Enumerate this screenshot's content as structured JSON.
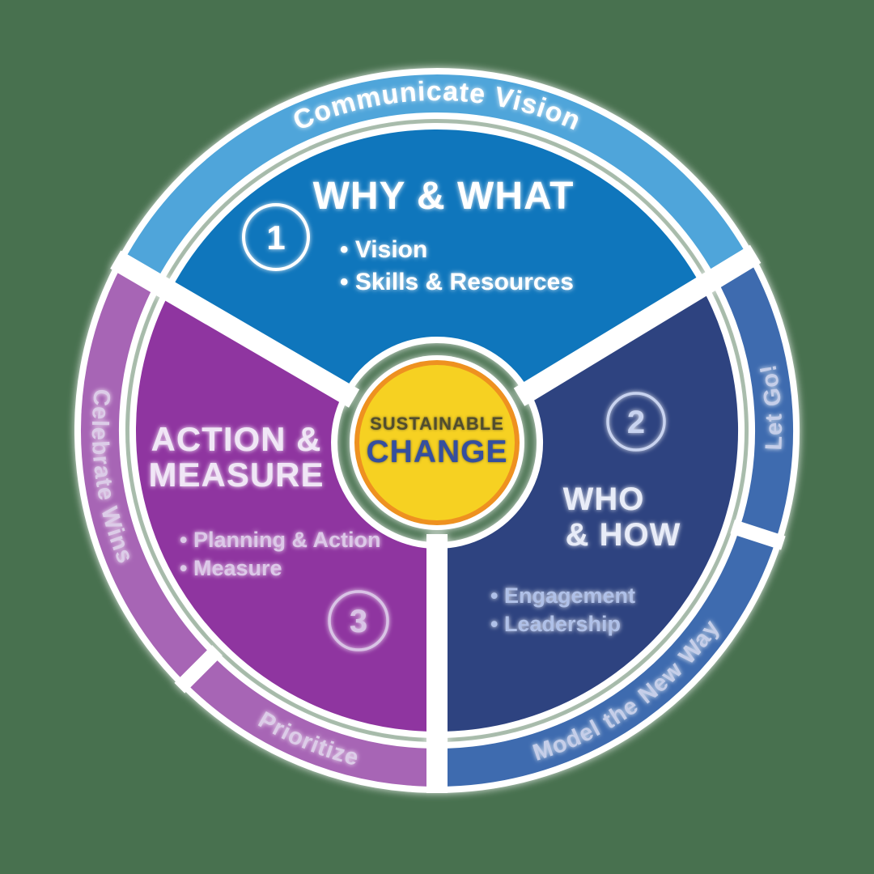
{
  "background_color": "#48714F",
  "wheel": {
    "center_badge": {
      "top_text": "SUSTAINABLE",
      "bottom_text": "CHANGE",
      "fill": "#F6D122",
      "border": "#EE9120",
      "top_text_color": "#514D2E",
      "bottom_text_color": "#34509E"
    },
    "segments": [
      {
        "number": "1",
        "title": "WHY & WHAT",
        "bullets": [
          "• Vision",
          "• Skills & Resources"
        ],
        "color": "#0F76BC",
        "text_color": "#FFFFFF",
        "bullet_color": "#FFFFFF",
        "number_color": "#FFFFFF"
      },
      {
        "number": "2",
        "title_line1": "WHO",
        "title_line2": "& HOW",
        "bullets": [
          "• Engagement",
          "• Leadership"
        ],
        "color": "#2E4380",
        "text_color": "#E8ECF8",
        "bullet_color": "#AFC0E8",
        "number_color": "#C8D3F0"
      },
      {
        "number": "3",
        "title_line1": "ACTION &",
        "title_line2": "MEASURE",
        "bullets": [
          "• Planning & Action",
          "• Measure"
        ],
        "color": "#8F35A0",
        "text_color": "#F0E6F6",
        "bullet_color": "#DCC8E8",
        "number_color": "#D9C3E6"
      }
    ],
    "ring": [
      {
        "label": "Communicate Vision",
        "color": "#4FA5DA",
        "text_color": "#FFFFFF"
      },
      {
        "label": "Let Go!",
        "color": "#3E6BAF",
        "text_color": "#C5CEE9"
      },
      {
        "label": "Model the New Way",
        "color": "#3E6BAF",
        "text_color": "#C5CEE9"
      },
      {
        "label": "Prioritize",
        "color": "#A765B5",
        "text_color": "#DCCCE8"
      },
      {
        "label": "Celebrate Wins",
        "color": "#A765B5",
        "text_color": "#DCCCE8"
      }
    ]
  }
}
